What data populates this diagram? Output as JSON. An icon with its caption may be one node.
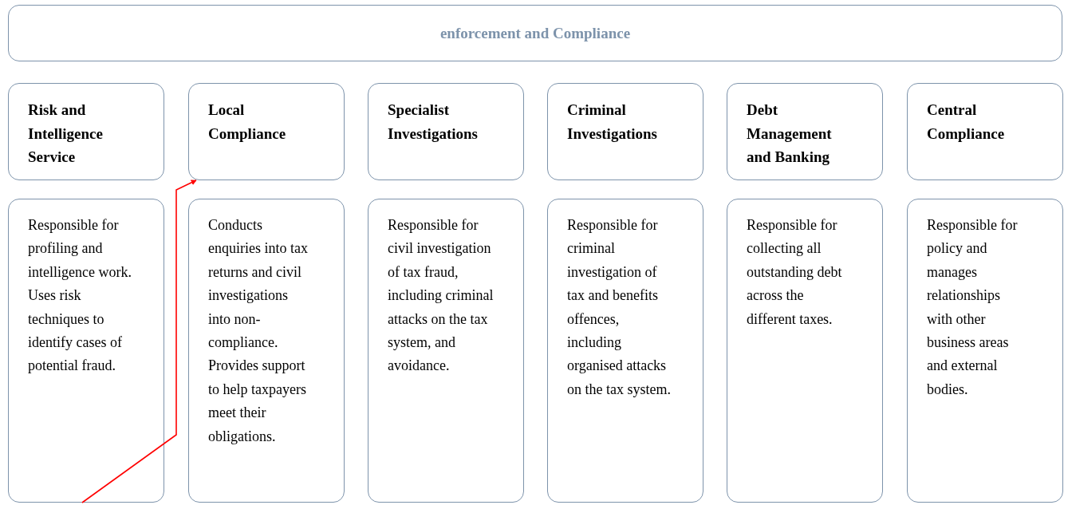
{
  "diagram": {
    "nodes": [
      {
        "text": [
          "enforcement and Compliance"
        ]
      },
      {
        "text": [
          "Risk and Intelligence Service"
        ]
      },
      {
        "text": [
          "Local Compliance"
        ]
      },
      {
        "text": [
          "Specialist Investigations"
        ]
      },
      {
        "text": [
          "Criminal Investigations"
        ]
      },
      {
        "text": [
          "Debt Management and Banking"
        ]
      },
      {
        "text": [
          "Central Compliance"
        ]
      },
      {
        "text": [
          "Responsible for profiling and intelligence work. Uses risk techniques to identify cases of potential fraud."
        ]
      },
      {
        "text": [
          "Conducts enquiries into tax returns and civil investigations into non-compliance. Provides support to help taxpayers meet their obligations."
        ]
      },
      {
        "text": [
          "Responsible for civil investigation of tax fraud, including criminal attacks on the tax system, and avoidance."
        ]
      },
      {
        "text": [
          "Responsible for criminal investigation of tax and benefits offences, including organised attacks on the tax system."
        ]
      },
      {
        "text": [
          "Responsible for collecting all outstanding debt across the different taxes."
        ]
      },
      {
        "text": [
          "Responsible for policy and manages relationships with other business areas and external bodies."
        ]
      }
    ],
    "edges": [
      {
        "from": 7,
        "to": 2,
        "arrow": "to",
        "color": "#ff0000"
      }
    ]
  }
}
